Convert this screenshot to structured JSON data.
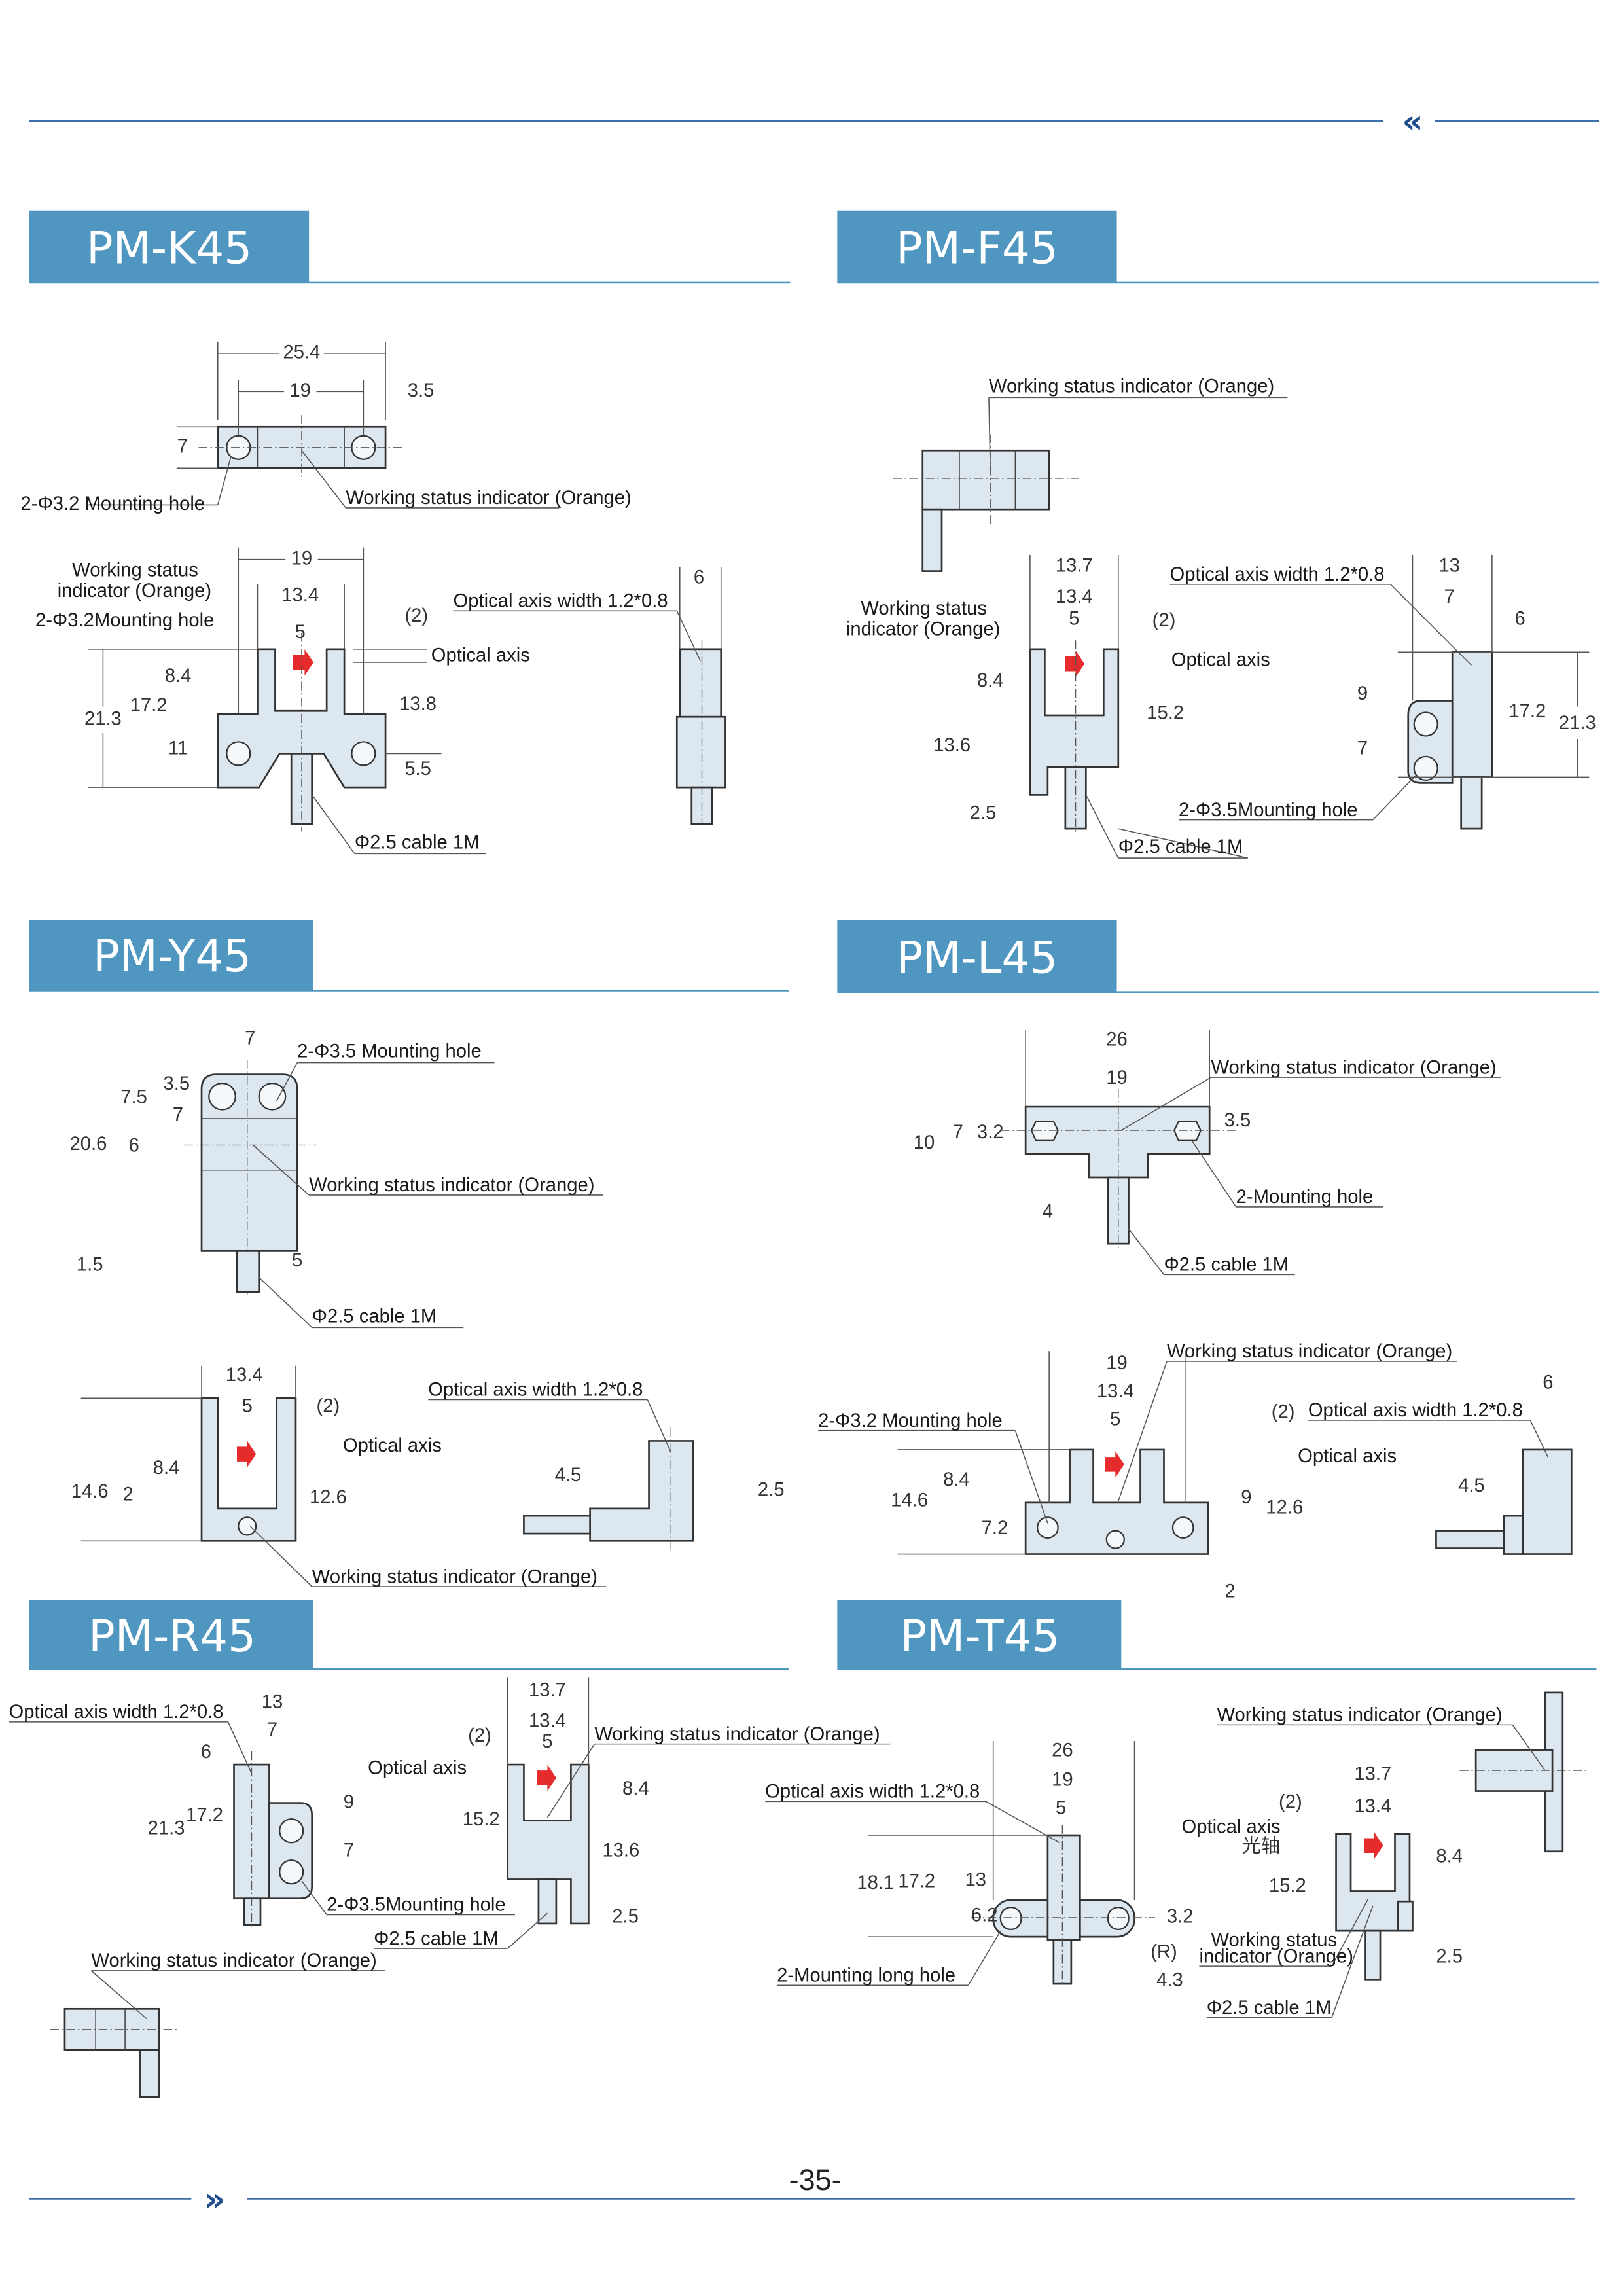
{
  "page": {
    "number": "-35-",
    "top_ornament": "«",
    "bottom_ornament": "»",
    "accent_color": "#4f97c0",
    "rule_color": "#3d6fa8",
    "part_fill": "#dce7f0",
    "indicator_color": "#e52b2b"
  },
  "sections": [
    {
      "model": "PM-K45",
      "labels": [
        "25.4",
        "19",
        "3.5",
        "7",
        "2-Φ3.2 Mounting hole",
        "Working status indicator (Orange)",
        "19",
        "Working status",
        "indicator (Orange)",
        "13.4",
        "2-Φ3.2Mounting hole",
        "(2)",
        "Optical axis width 1.2*0.8",
        "6",
        "5",
        "Optical axis",
        "8.4",
        "17.2",
        "21.3",
        "13.8",
        "11",
        "5.5",
        "Φ2.5 cable 1M"
      ]
    },
    {
      "model": "PM-F45",
      "labels": [
        "Working status indicator (Orange)",
        "13.7",
        "Optical axis width 1.2*0.8",
        "13",
        "Working status",
        "indicator (Orange)",
        "13.4",
        "7",
        "5",
        "(2)",
        "6",
        "Optical axis",
        "8.4",
        "9",
        "15.2",
        "17.2",
        "21.3",
        "13.6",
        "7",
        "2.5",
        "2-Φ3.5Mounting hole",
        "Φ2.5 cable 1M"
      ]
    },
    {
      "model": "PM-Y45",
      "labels": [
        "7",
        "2-Φ3.5 Mounting hole",
        "3.5",
        "7.5",
        "7",
        "20.6",
        "6",
        "Working status indicator (Orange)",
        "1.5",
        "5",
        "Φ2.5 cable 1M",
        "13.4",
        "5",
        "(2)",
        "Optical axis width 1.2*0.8",
        "Optical axis",
        "8.4",
        "4.5",
        "14.6",
        "2",
        "12.6",
        "2.5",
        "Working status indicator (Orange)"
      ]
    },
    {
      "model": "PM-L45",
      "labels": [
        "26",
        "19",
        "Working status indicator (Orange)",
        "10",
        "7",
        "3.2",
        "3.5",
        "4",
        "2-Mounting hole",
        "Φ2.5 cable 1M",
        "19",
        "Working status indicator (Orange)",
        "13.4",
        "2-Φ3.2 Mounting hole",
        "5",
        "(2)",
        "Optical axis width 1.2*0.8",
        "6",
        "Optical axis",
        "8.4",
        "14.6",
        "4.5",
        "9",
        "12.6",
        "7.2",
        "2"
      ]
    },
    {
      "model": "PM-R45",
      "labels": [
        "Optical axis width 1.2*0.8",
        "13",
        "7",
        "6",
        "Optical axis",
        "9",
        "21.3",
        "17.2",
        "7",
        "2-Φ3.5Mounting hole",
        "Φ2.5 cable 1M",
        "Working status indicator (Orange)",
        "13.7",
        "13.4",
        "(2)",
        "5",
        "Working status indicator (Orange)",
        "8.4",
        "15.2",
        "13.6",
        "2.5"
      ]
    },
    {
      "model": "PM-T45",
      "labels": [
        "Working status indicator (Orange)",
        "26",
        "19",
        "Optical axis width 1.2*0.8",
        "5",
        "13.7",
        "(2)",
        "13.4",
        "Optical axis",
        "光轴",
        "8.4",
        "18.1",
        "17.2",
        "13",
        "15.2",
        "6.2",
        "3.2",
        "Working status",
        "indicator (Orange)",
        "(R)",
        "2.5",
        "2-Mounting long hole",
        "4.3",
        "Φ2.5 cable 1M"
      ]
    }
  ]
}
